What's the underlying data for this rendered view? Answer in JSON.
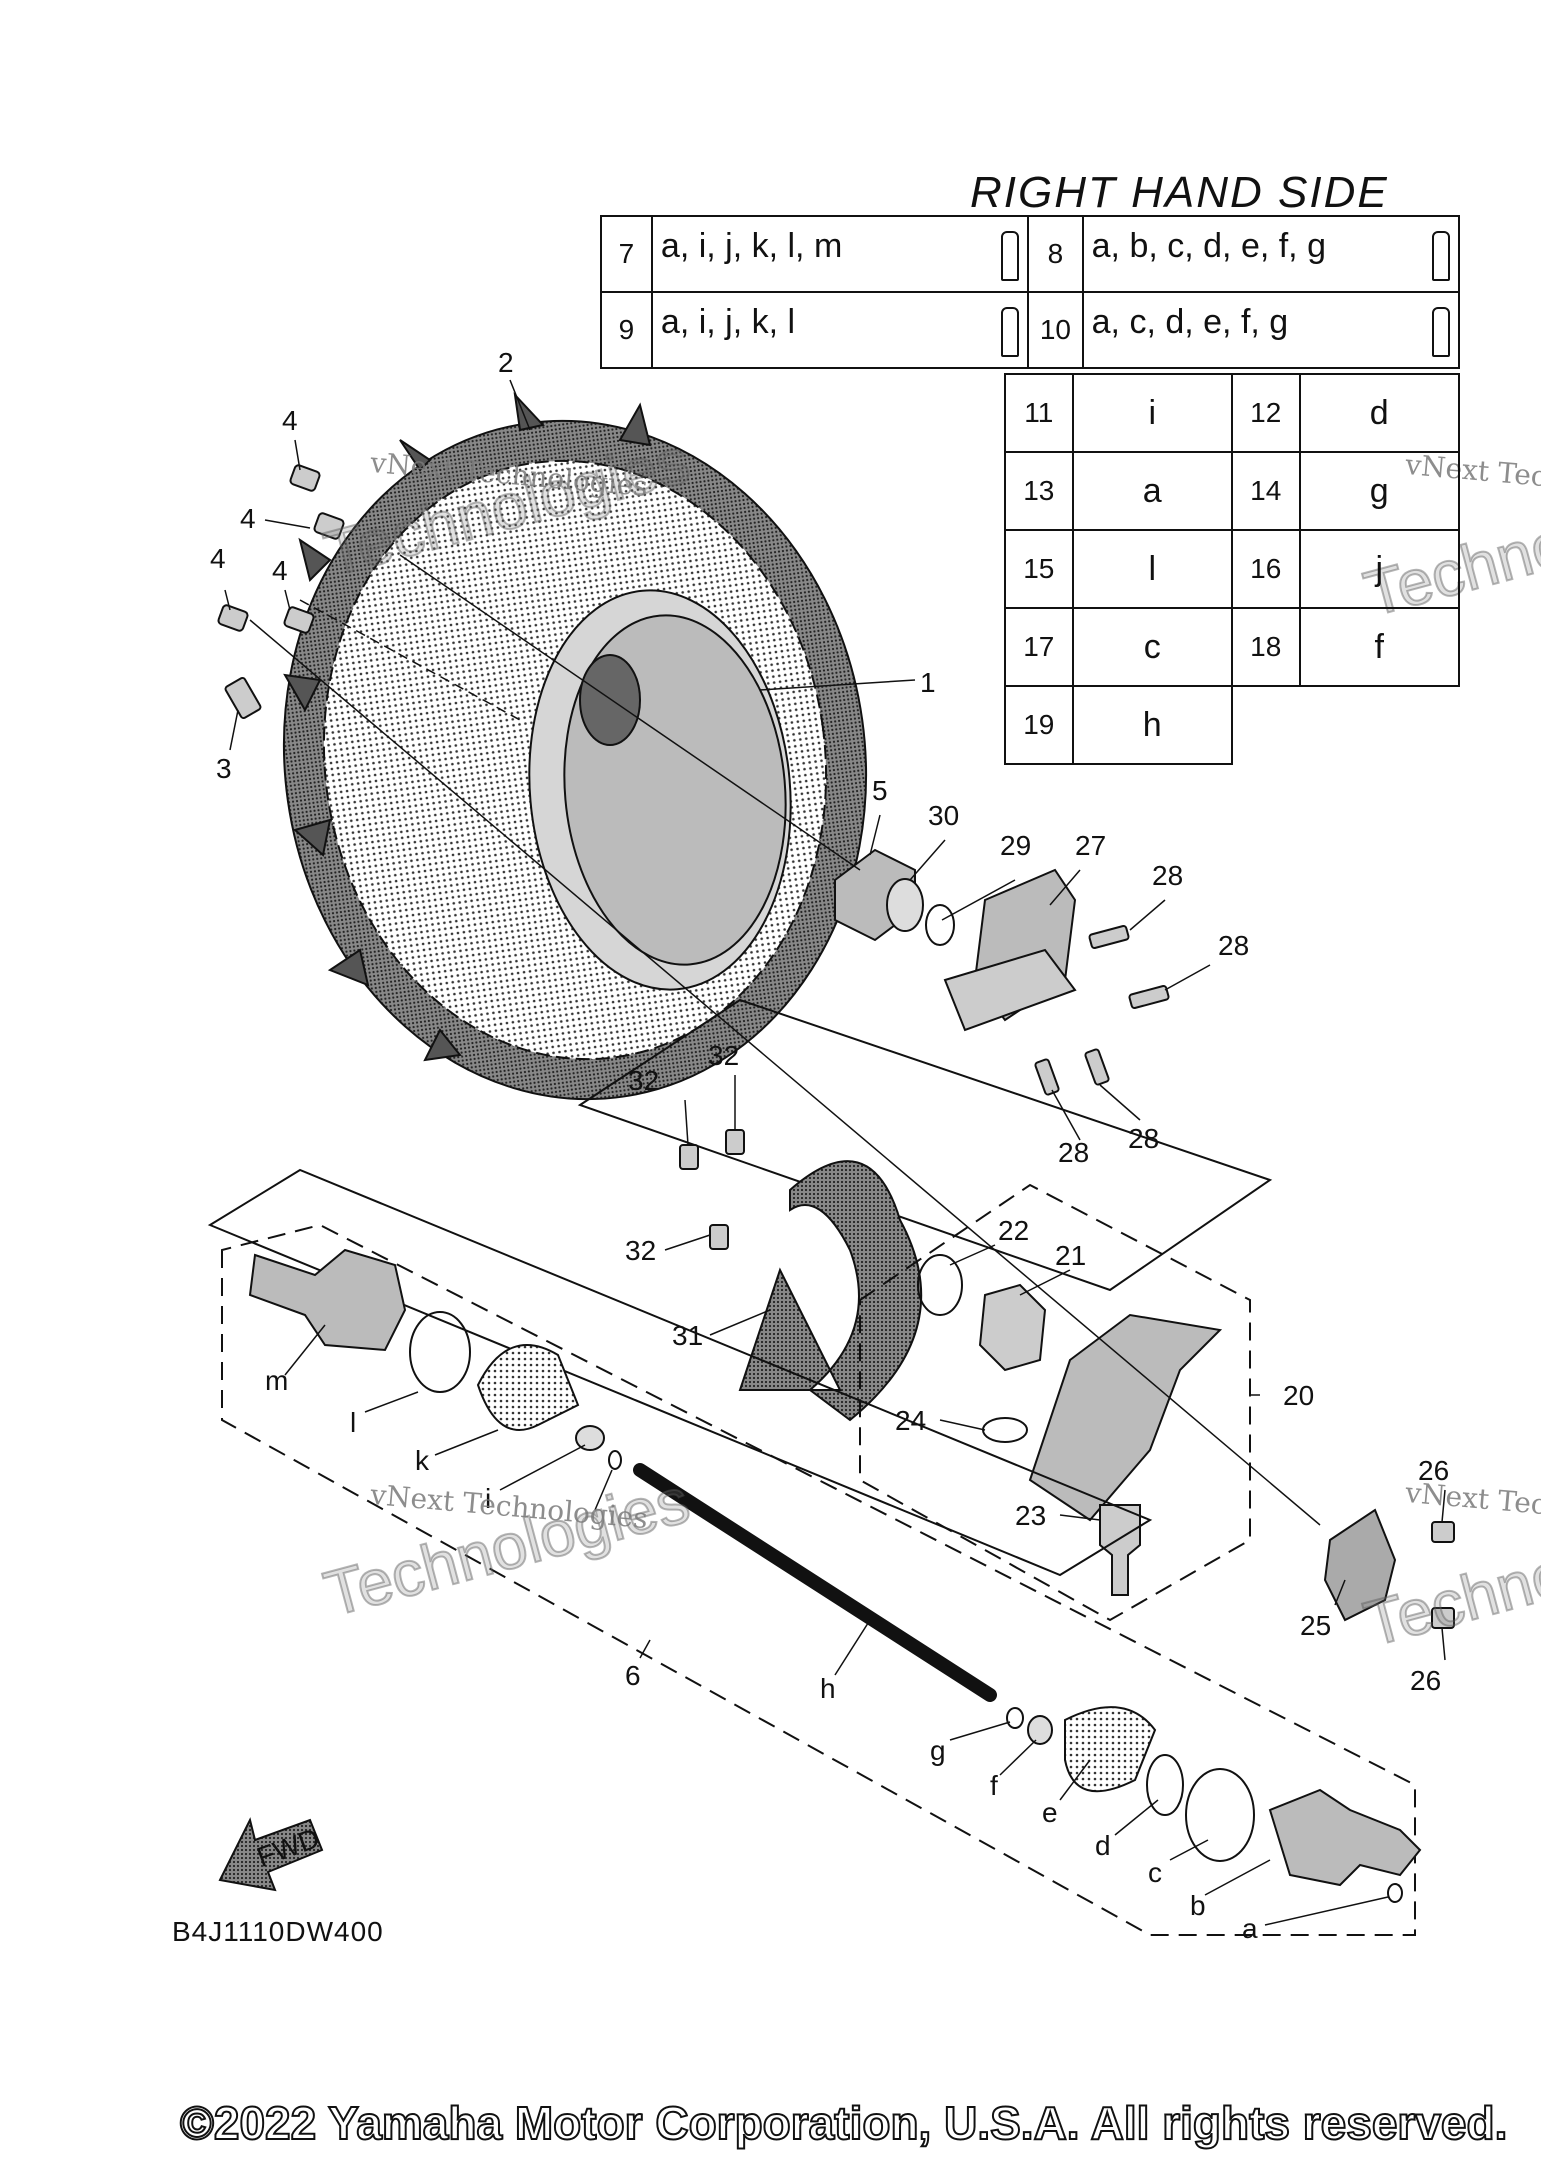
{
  "header": {
    "section_title": "RIGHT HAND SIDE"
  },
  "legend_top": [
    {
      "num": "7",
      "codes": "a, i, j, k, l, m",
      "icon": "grease-tube-icon"
    },
    {
      "num": "8",
      "codes": "a, b, c, d, e, f, g",
      "icon": "grease-tube-icon"
    },
    {
      "num": "9",
      "codes": "a, i, j, k, l",
      "icon": "grease-tube-icon"
    },
    {
      "num": "10",
      "codes": "a, c, d, e, f, g",
      "icon": "grease-tube-icon"
    }
  ],
  "legend_bottom": [
    {
      "num": "11",
      "code": "i"
    },
    {
      "num": "12",
      "code": "d"
    },
    {
      "num": "13",
      "code": "a"
    },
    {
      "num": "14",
      "code": "g"
    },
    {
      "num": "15",
      "code": "l"
    },
    {
      "num": "16",
      "code": "j"
    },
    {
      "num": "17",
      "code": "c"
    },
    {
      "num": "18",
      "code": "f"
    },
    {
      "num": "19",
      "code": "h"
    }
  ],
  "callouts": {
    "c1": "1",
    "c2": "2",
    "c3": "3",
    "c4": "4",
    "c5": "5",
    "c6": "6",
    "c20": "20",
    "c21": "21",
    "c22": "22",
    "c23": "23",
    "c24": "24",
    "c25": "25",
    "c26": "26",
    "c27": "27",
    "c28": "28",
    "c29": "29",
    "c30": "30",
    "c31": "31",
    "c32": "32",
    "ca": "a",
    "cb": "b",
    "cc": "c",
    "cd": "d",
    "ce": "e",
    "cf": "f",
    "cg": "g",
    "ch": "h",
    "ci": "i",
    "ck": "k",
    "cl": "l",
    "cm": "m"
  },
  "fwd_label": "FWD",
  "watermark": "vNext Technologies",
  "watermark_big": "Technologies",
  "diagram_code": "B4J1110DW400",
  "copyright": "©2022 Yamaha Motor Corporation, U.S.A. All rights reserved."
}
